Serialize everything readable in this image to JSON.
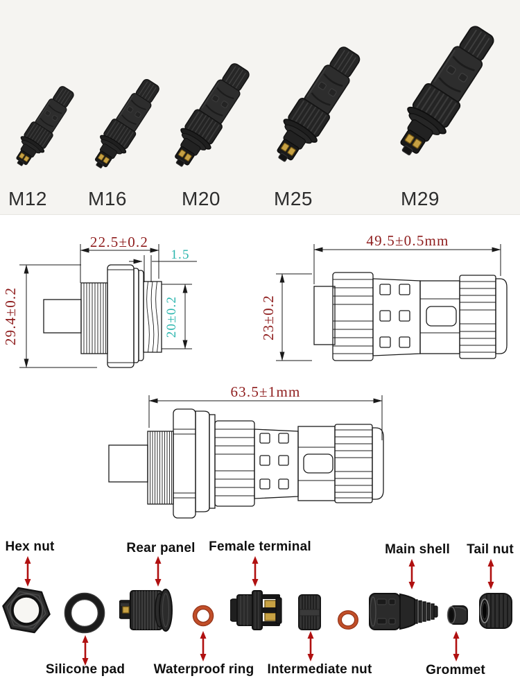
{
  "sizes": [
    {
      "label": "M12"
    },
    {
      "label": "M16"
    },
    {
      "label": "M20"
    },
    {
      "label": "M25"
    },
    {
      "label": "M29"
    }
  ],
  "drawings": {
    "panel": {
      "width_dim": "22.5±0.2",
      "pitch_dim": "1.5",
      "height_dim": "29.4±0.2",
      "thread_dim": "20±0.2"
    },
    "plug": {
      "length_dim": "49.5±0.5mm",
      "height_dim": "23±0.2"
    },
    "assembled": {
      "length_dim": "63.5±1mm"
    }
  },
  "parts": {
    "hex_nut": "Hex nut",
    "rear_panel": "Rear panel",
    "female_terminal": "Female terminal",
    "main_shell": "Main shell",
    "tail_nut": "Tail nut",
    "silicone_pad": "Silicone pad",
    "waterproof_ring": "Waterproof ring",
    "intermediate_nut": "Intermediate nut",
    "grommet": "Grommet"
  },
  "colors": {
    "photo_background": "#f5f4f1",
    "dimension_red": "#8e1c1c",
    "dimension_teal": "#2ab5ad",
    "arrow_red": "#b01010",
    "connector_body": "#2b2b2b",
    "terminal_gold": "#c7a143",
    "seal_ring_orange": "#c14e28"
  }
}
